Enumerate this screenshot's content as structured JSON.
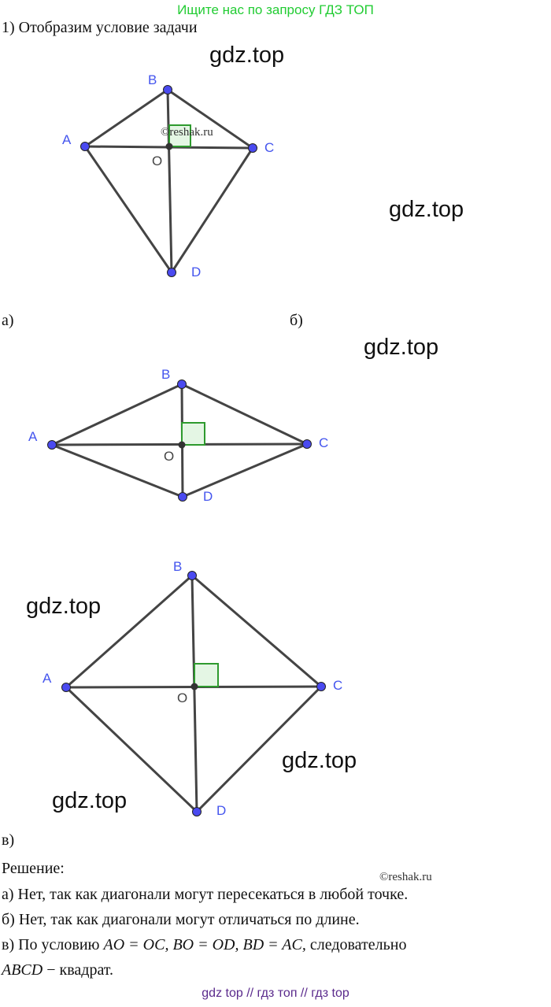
{
  "banner": "Ищите нас по запросу ГДЗ ТОП",
  "intro": "1) Отобразим условие задачи",
  "watermarks": {
    "gdz": "gdz.top",
    "reshak": "©reshak.ru"
  },
  "figures": {
    "a": {
      "caption": "а)",
      "points": {
        "A": "A",
        "B": "B",
        "C": "C",
        "D": "D",
        "O": "O"
      }
    },
    "b": {
      "caption": "б)",
      "points": {
        "A": "A",
        "B": "B",
        "C": "C",
        "D": "D",
        "O": "O"
      }
    },
    "c": {
      "caption": "в)",
      "points": {
        "A": "A",
        "B": "B",
        "C": "C",
        "D": "D",
        "O": "O"
      }
    }
  },
  "solution": {
    "heading": "Решение:",
    "line_a": "а) Нет, так как диагонали могут пересекаться в любой точке.",
    "line_b": "б) Нет, так как диагонали могут отличаться по длине.",
    "line_c_prefix": "в) По условию ",
    "line_c_math": "AO = OC, BO = OD, BD = AC,",
    "line_c_suffix": " следовательно",
    "line_d_math": "ABCD",
    "line_d_suffix": " − квадрат."
  },
  "footer": "gdz top  //  гдз топ  //  гдз top"
}
